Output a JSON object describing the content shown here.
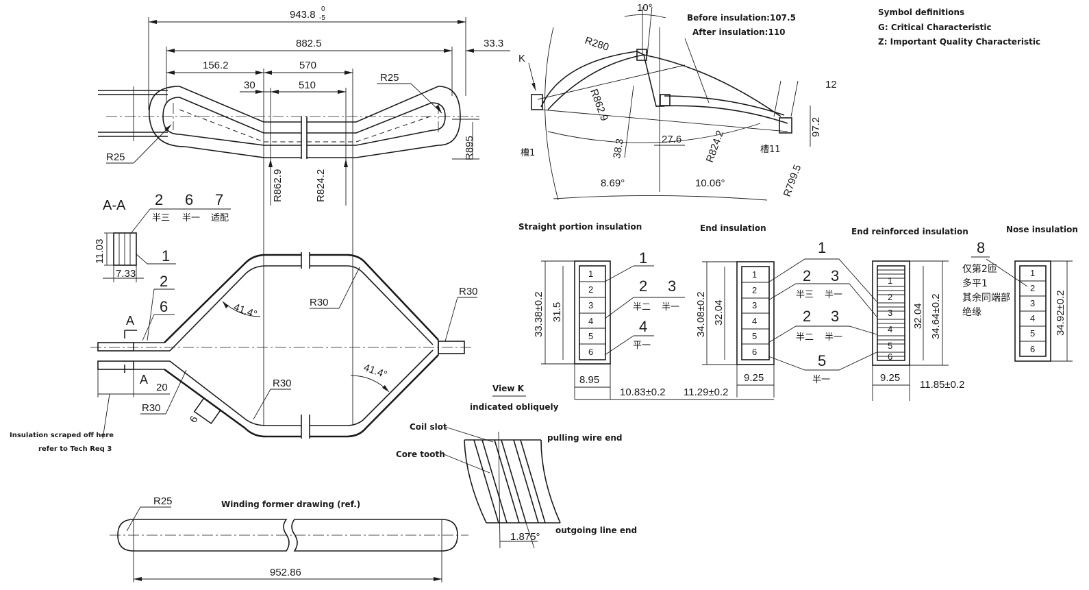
{
  "symbol_definitions": {
    "title": "Symbol definitions",
    "g": "G: Critical Characteristic",
    "z": "Z: Important Quality Characteristic"
  },
  "top_view": {
    "overall_length": "943.8",
    "overall_tol_upper": "0",
    "overall_tol_lower": "-5",
    "length_882": "882.5",
    "offset_33": "33.3",
    "length_156": "156.2",
    "length_570": "570",
    "length_30": "30",
    "length_510": "510",
    "r25_right": "R25",
    "r25_left": "R25",
    "r895": "R895",
    "r862": "R862.9",
    "r824": "R824.2"
  },
  "section_aa": {
    "title": "A-A",
    "callouts": [
      "2",
      "6",
      "7",
      "1"
    ],
    "labels": [
      "半三",
      "半一",
      "适配"
    ],
    "height": "11.03",
    "width": "7.33"
  },
  "plan_view": {
    "angle_upper": "41.4°",
    "angle_lower": "41.4°",
    "r30_mid": "R30",
    "r30_right": "R30",
    "r30_lower": "R30",
    "r30_left": "R30",
    "callout_2": "2",
    "callout_6": "6",
    "section_a_top": "A",
    "section_a_bottom": "A",
    "dim_20": "20",
    "dim_6": "6",
    "note_line1": "Insulation scraped off here",
    "note_line2": "refer to Tech Req 3"
  },
  "slot_view": {
    "angle_10": "10°",
    "before_insulation": "Before insulation:107.5",
    "after_insulation": "After insulation:110",
    "k_label": "K",
    "r280": "R280",
    "r862": "R862.9",
    "r824": "R824.2",
    "r799": "R799.5",
    "dim_38": "38.3",
    "dim_27": "27.6",
    "dim_12": "12",
    "dim_97": "97.2",
    "angle_869": "8.69°",
    "angle_1006": "10.06°",
    "slot_1": "槽1",
    "slot_11": "槽11"
  },
  "insulation_sections": {
    "straight": {
      "title": "Straight portion insulation",
      "layers": [
        "1",
        "2",
        "3",
        "4",
        "5",
        "6"
      ],
      "height_outer": "33.38±0.2",
      "height_inner": "31.5",
      "width": "8.95",
      "callouts": [
        "1",
        "2",
        "3",
        "4"
      ],
      "labels": [
        "半二",
        "半一",
        "平一"
      ]
    },
    "end": {
      "title": "End insulation",
      "layers": [
        "1",
        "2",
        "3",
        "4",
        "5",
        "6"
      ],
      "height_outer": "34.08±0.2",
      "height_inner": "32.04",
      "width": "9.25",
      "gap_left": "10.83±0.2",
      "gap_right": "11.29±0.2"
    },
    "end_reinforced": {
      "title": "End reinforced insulation",
      "layers": [
        "1",
        "2",
        "3",
        "4",
        "5",
        "6"
      ],
      "height_outer": "34.64±0.2",
      "height_inner": "32.04",
      "width": "9.25",
      "gap_right": "11.85±0.2",
      "callouts": [
        "1",
        "2",
        "3",
        "2",
        "3",
        "5"
      ],
      "labels": [
        "半三",
        "半一",
        "半二",
        "半一",
        "半一"
      ]
    },
    "nose": {
      "title": "Nose insulation",
      "layers": [
        "1",
        "2",
        "3",
        "4",
        "5",
        "6"
      ],
      "height_outer": "34.92±0.2",
      "callout": "8",
      "note": [
        "仅第2匝",
        "多平1",
        "其余同端部",
        "绝缘"
      ]
    }
  },
  "view_k": {
    "title": "View K",
    "subtitle": "indicated obliquely",
    "coil_slot": "Coil slot",
    "core_tooth": "Core tooth",
    "pulling_wire": "pulling wire end",
    "outgoing_line": "outgoing line end",
    "angle": "1.875°"
  },
  "former": {
    "title": "Winding former drawing (ref.)",
    "radius": "R25",
    "length": "952.86"
  }
}
